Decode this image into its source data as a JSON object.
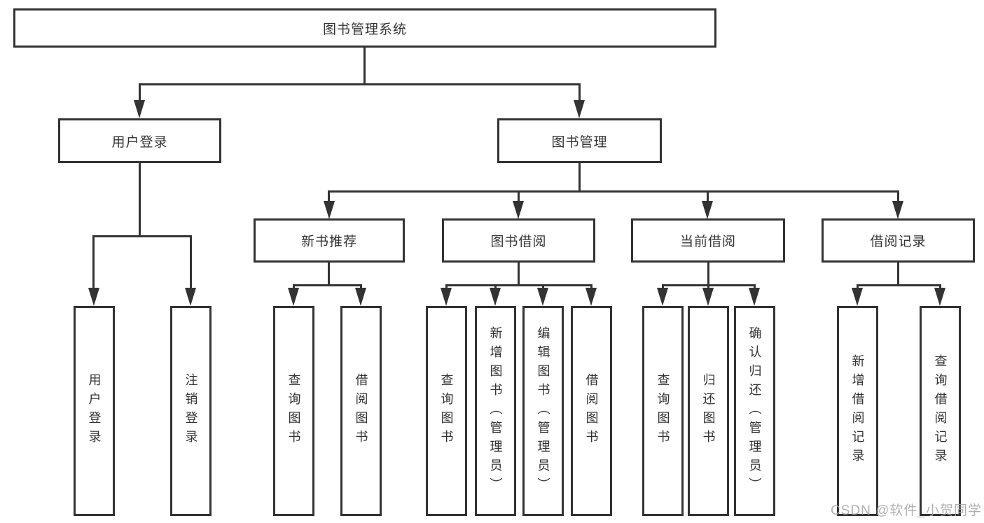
{
  "watermark": "CSDN @软件_小贺同学",
  "tree": {
    "root": "图书管理系统",
    "branches": {
      "login": {
        "label": "用户登录",
        "children": {
          "user_login": "用户登录",
          "logout": "注销登录"
        }
      },
      "mgmt": {
        "label": "图书管理",
        "children": {
          "newbook": {
            "label": "新书推荐",
            "children": {
              "query": "查询图书",
              "borrow": "借阅图书"
            }
          },
          "borrow": {
            "label": "图书借阅",
            "children": {
              "query": "查询图书",
              "add": "新增图书（管理员）",
              "edit": "编辑图书（管理员）",
              "borrow": "借阅图书"
            }
          },
          "current": {
            "label": "当前借阅",
            "children": {
              "query": "查询图书",
              "return": "归还图书",
              "confirm": "确认归还（管理员）"
            }
          },
          "records": {
            "label": "借阅记录",
            "children": {
              "add": "新增借阅记录",
              "query": "查询借阅记录"
            }
          }
        }
      }
    }
  }
}
